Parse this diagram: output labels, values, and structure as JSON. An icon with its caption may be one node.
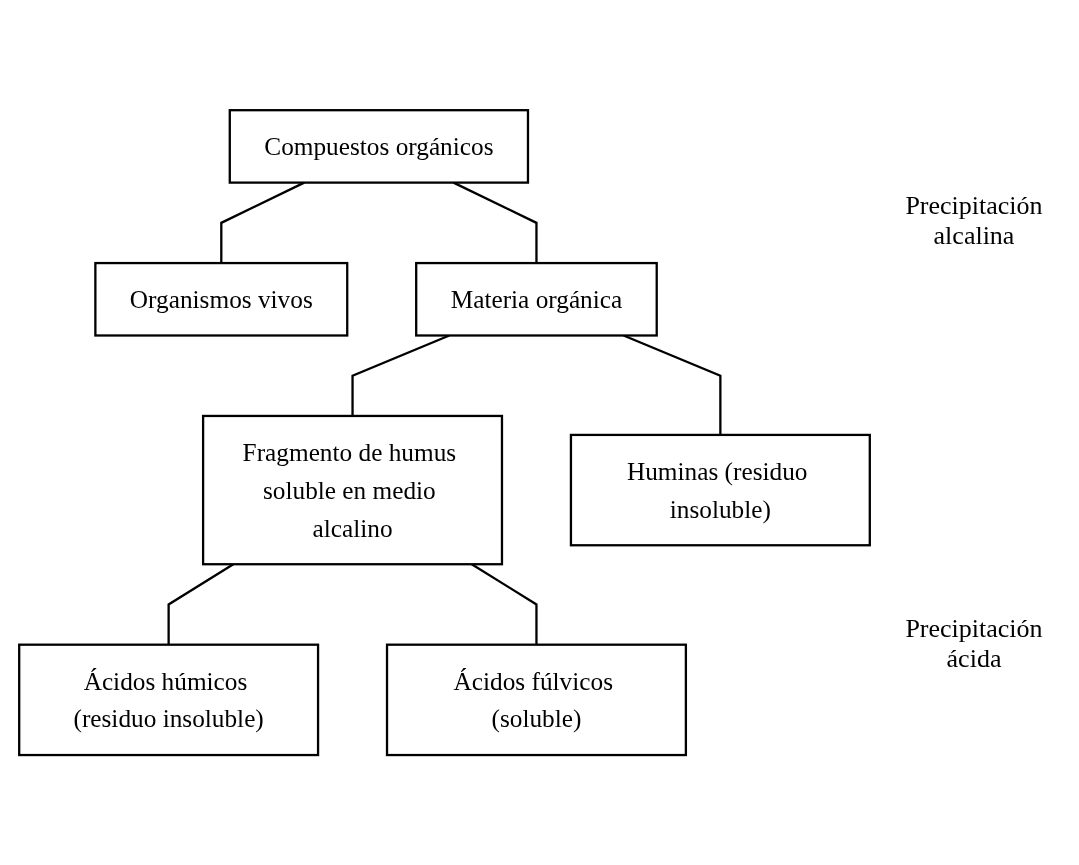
{
  "diagram": {
    "nodes": [
      {
        "text": [
          "Compuestos orgánicos"
        ]
      },
      {
        "text": [
          "Organismos vivos"
        ]
      },
      {
        "text": [
          "Materia orgánica"
        ]
      },
      {
        "text": [
          "Fragmento de humus soluble en medio alcalino"
        ]
      },
      {
        "text": [
          "Huminas (residuo insoluble)"
        ]
      },
      {
        "text": [
          "Ácidos húmicos (residuo insoluble)"
        ]
      },
      {
        "text": [
          "Ácidos fúlvicos (soluble)"
        ]
      }
    ],
    "edges": [
      {
        "from": 0,
        "to": 1,
        "arrow": "none"
      },
      {
        "from": 0,
        "to": 2,
        "arrow": "none"
      },
      {
        "from": 2,
        "to": 3,
        "arrow": "none"
      },
      {
        "from": 2,
        "to": 4,
        "arrow": "none"
      },
      {
        "from": 3,
        "to": 5,
        "arrow": "none"
      },
      {
        "from": 3,
        "to": 6,
        "arrow": "none"
      }
    ],
    "labels": [
      "Precipitación alcalina",
      "Precipitación ácida"
    ]
  }
}
